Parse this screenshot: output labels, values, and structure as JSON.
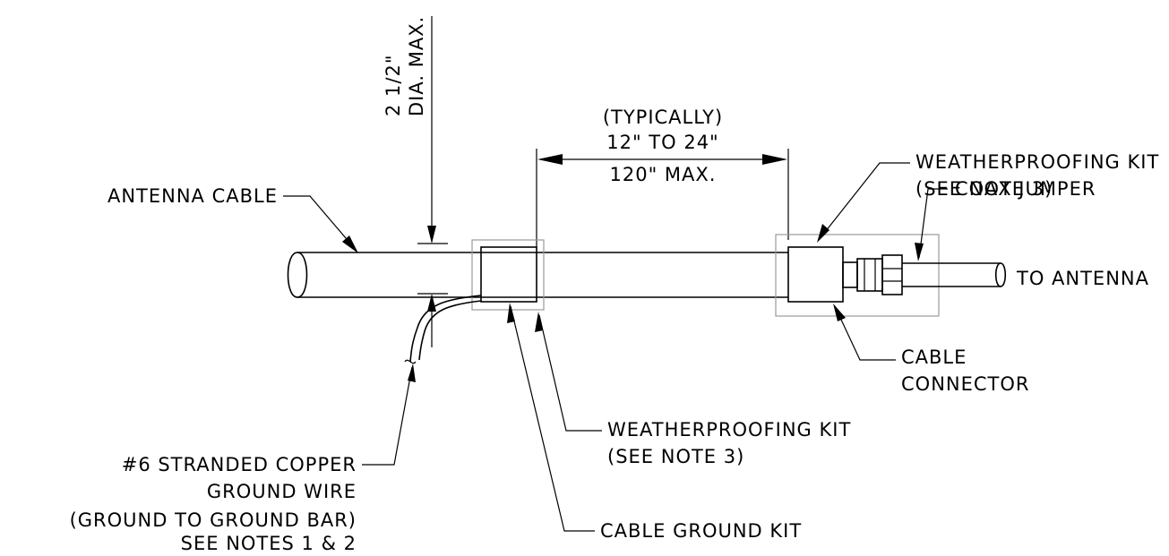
{
  "labels": {
    "diameter_line1": "2 1/2\"",
    "diameter_line2": "DIA. MAX.",
    "spacing_line1": "(TYPICALLY)",
    "spacing_line2": "12\" TO 24\"",
    "spacing_line3": "120\" MAX.",
    "antenna_cable": "ANTENNA CABLE",
    "wpk_top_line1": "WEATHERPROOFING KIT",
    "wpk_top_line2": "(SEE NOTE 3)",
    "coax_jumper": "COAX JUMPER",
    "to_antenna": "TO ANTENNA",
    "cable_connector_line1": "CABLE",
    "cable_connector_line2": "CONNECTOR",
    "wpk_bottom_line1": "WEATHERPROOFING KIT",
    "wpk_bottom_line2": "(SEE NOTE 3)",
    "cable_ground_kit": "CABLE GROUND KIT",
    "ground_wire_line1": "#6 STRANDED COPPER",
    "ground_wire_line2": "GROUND WIRE",
    "ground_wire_line3": "(GROUND TO GROUND BAR)",
    "ground_wire_line4": "SEE NOTES 1 & 2"
  },
  "colors": {
    "line": "#000000",
    "highlight_box": "#9a9a9a",
    "background": "#ffffff"
  }
}
